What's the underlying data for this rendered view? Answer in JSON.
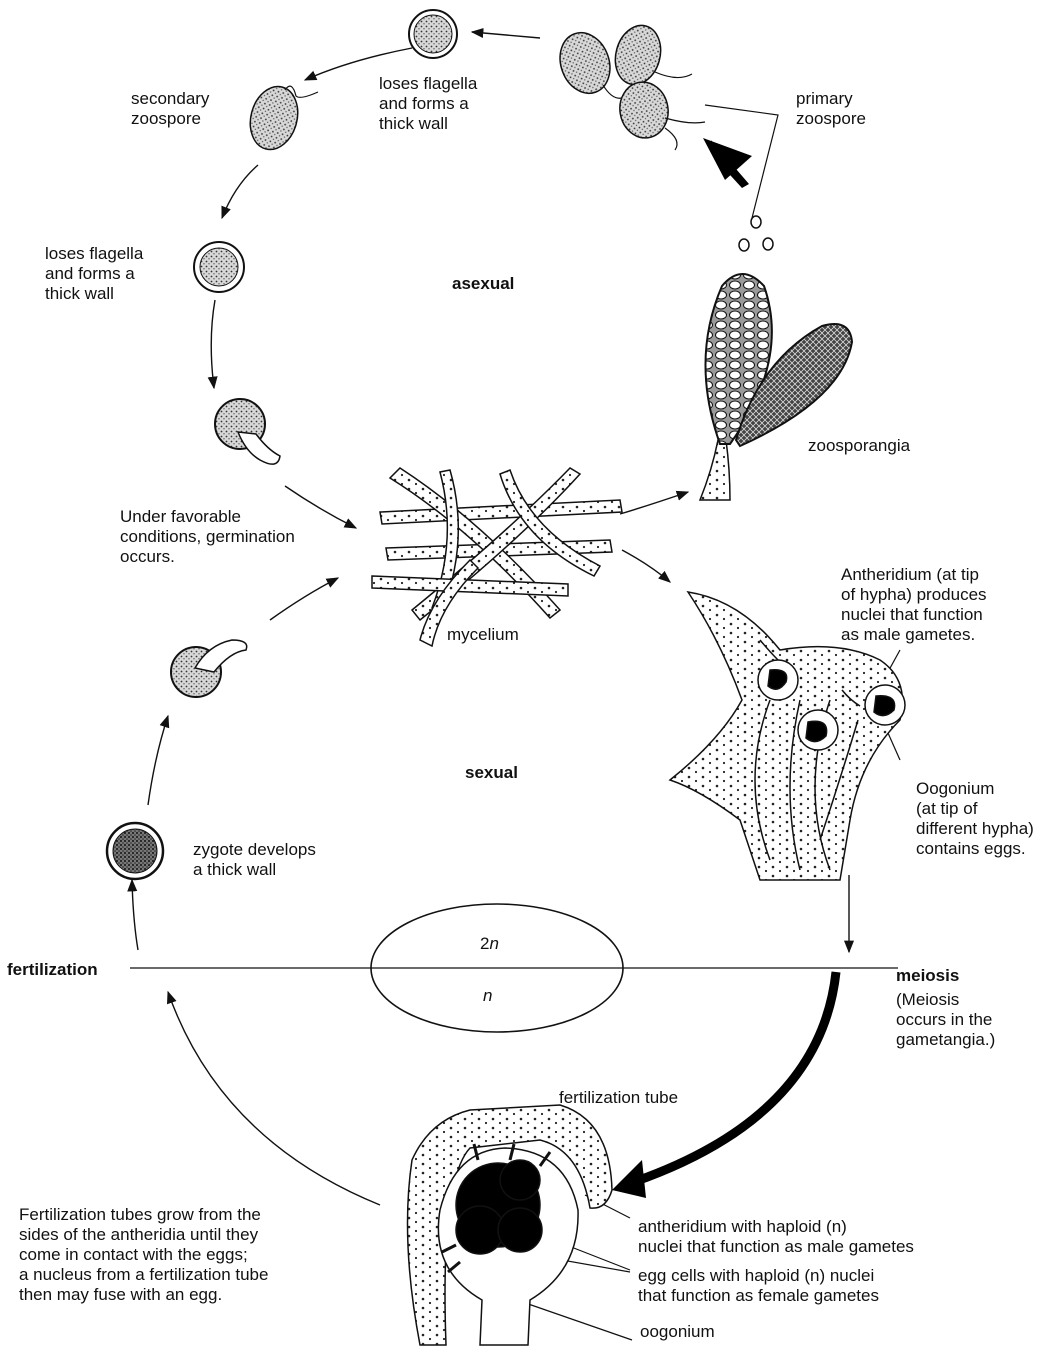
{
  "labels": {
    "secondary_zoospore": [
      "secondary",
      "zoospore"
    ],
    "loses_top": [
      "loses flagella",
      "and forms a",
      "thick wall"
    ],
    "primary_zoospore": [
      "primary",
      "zoospore"
    ],
    "loses_left": [
      "loses flagella",
      "and forms a",
      "thick wall"
    ],
    "asexual": "asexual",
    "zoosporangia": "zoosporangia",
    "germination": [
      "Under favorable",
      "conditions, germination",
      "occurs."
    ],
    "mycelium": "mycelium",
    "antheridium_top": [
      "Antheridium (at tip",
      "of hypha) produces",
      "nuclei that function",
      "as male gametes."
    ],
    "sexual": "sexual",
    "oogonium_top": [
      "Oogonium",
      "(at tip of",
      "different hypha)",
      "contains eggs."
    ],
    "zygote": [
      "zygote develops",
      "a thick wall"
    ],
    "fertilization": "fertilization",
    "ploidy_2n": "2n",
    "ploidy_n": "n",
    "meiosis": "meiosis",
    "meiosis_note": [
      "(Meiosis",
      "occurs in the",
      "gametangia.)"
    ],
    "fertilization_tube": "fertilization tube",
    "fert_desc": [
      "Fertilization tubes grow from the",
      "sides of the antheridia until they",
      "come in contact with the eggs;",
      "a nucleus from a fertilization tube",
      "then may fuse with an egg."
    ],
    "antheridium_bottom": [
      "antheridium with haploid (n)",
      "nuclei that function as male gametes"
    ],
    "egg_cells": [
      "egg cells with haploid (n) nuclei",
      "that function as female gametes"
    ],
    "oogonium_bottom": "oogonium"
  }
}
